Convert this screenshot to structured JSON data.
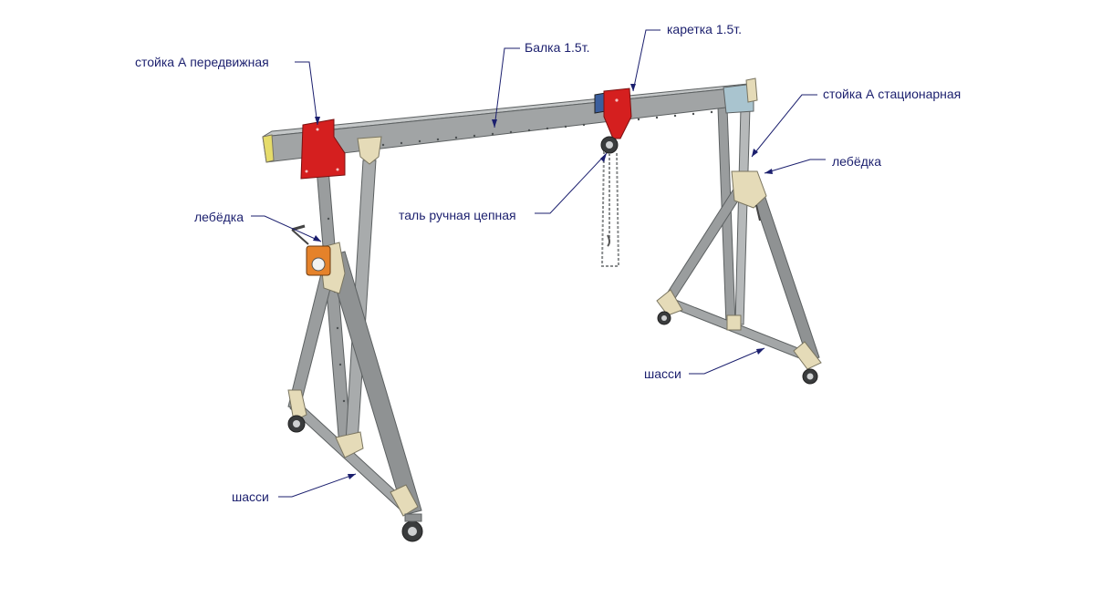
{
  "labels": {
    "stoyka_mobile": "стойка А передвижная",
    "beam": "Балка 1.5т.",
    "carriage": "каретка 1.5т.",
    "stoyka_fixed": "стойка А стационарная",
    "winch_right": "лебёдка",
    "winch_left": "лебёдка",
    "hoist": "таль ручная цепная",
    "chassis_right": "шасси",
    "chassis_left": "шасси"
  },
  "colors": {
    "label_text": "#1b1f6e",
    "leader": "#1b1f6e",
    "steel": "#9a9d9e",
    "steel_dark": "#5c6061",
    "steel_light": "#c4c7c8",
    "red_plate": "#d51f1f",
    "gusset": "#e5dbb8",
    "blue_plate": "#a9c4cf",
    "yellow_end": "#e6dc6a"
  }
}
